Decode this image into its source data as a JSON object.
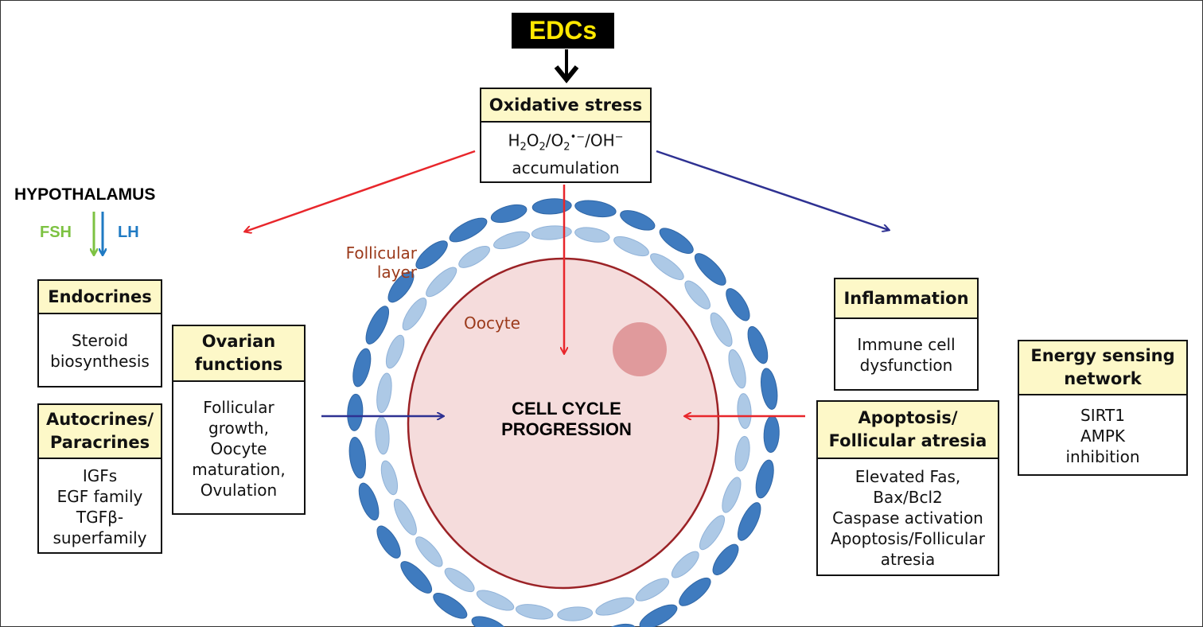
{
  "top": {
    "edcs": "EDCs"
  },
  "oxidative": {
    "title": "Oxidative stress",
    "body_line2": "accumulation"
  },
  "hypothalamus": {
    "label": "HYPOTHALAMUS",
    "fsh": "FSH",
    "lh": "LH"
  },
  "follicular_layer": {
    "line1": "Follicular",
    "line2": "layer"
  },
  "oocyte_label": "Oocyte",
  "center": {
    "line1": "CELL CYCLE",
    "line2": "PROGRESSION"
  },
  "endocrines": {
    "title": "Endocrines",
    "body": [
      "Steroid",
      "biosynthesis"
    ]
  },
  "autocrines": {
    "title": [
      "Autocrines/",
      "Paracrines"
    ],
    "body": [
      "IGFs",
      "EGF family",
      "TGFβ-",
      "superfamily"
    ]
  },
  "ovarian": {
    "title": [
      "Ovarian",
      "functions"
    ],
    "body": [
      "Follicular",
      "growth,",
      "Oocyte",
      "maturation,",
      "Ovulation"
    ]
  },
  "inflammation": {
    "title": "Inflammation",
    "body": [
      "Immune cell",
      "dysfunction"
    ]
  },
  "apoptosis": {
    "title": [
      "Apoptosis/",
      "Follicular atresia"
    ],
    "body": [
      "Elevated Fas,",
      "Bax/Bcl2",
      "Caspase activation",
      "Apoptosis/Follicular",
      "atresia"
    ]
  },
  "energy": {
    "title": [
      "Energy sensing",
      "network"
    ],
    "body": [
      "SIRT1",
      "AMPK",
      "inhibition"
    ]
  },
  "colors": {
    "red_arrow": "#e8262b",
    "blue_arrow": "#2e3192",
    "dark_cell": "#3f7bbf",
    "light_cell": "#adc9e6",
    "oocyte_fill": "#f5dcdc",
    "oocyte_stroke": "#9b2226",
    "nucleus": "#e09a9c",
    "header_fill": "#fdf8c8"
  }
}
